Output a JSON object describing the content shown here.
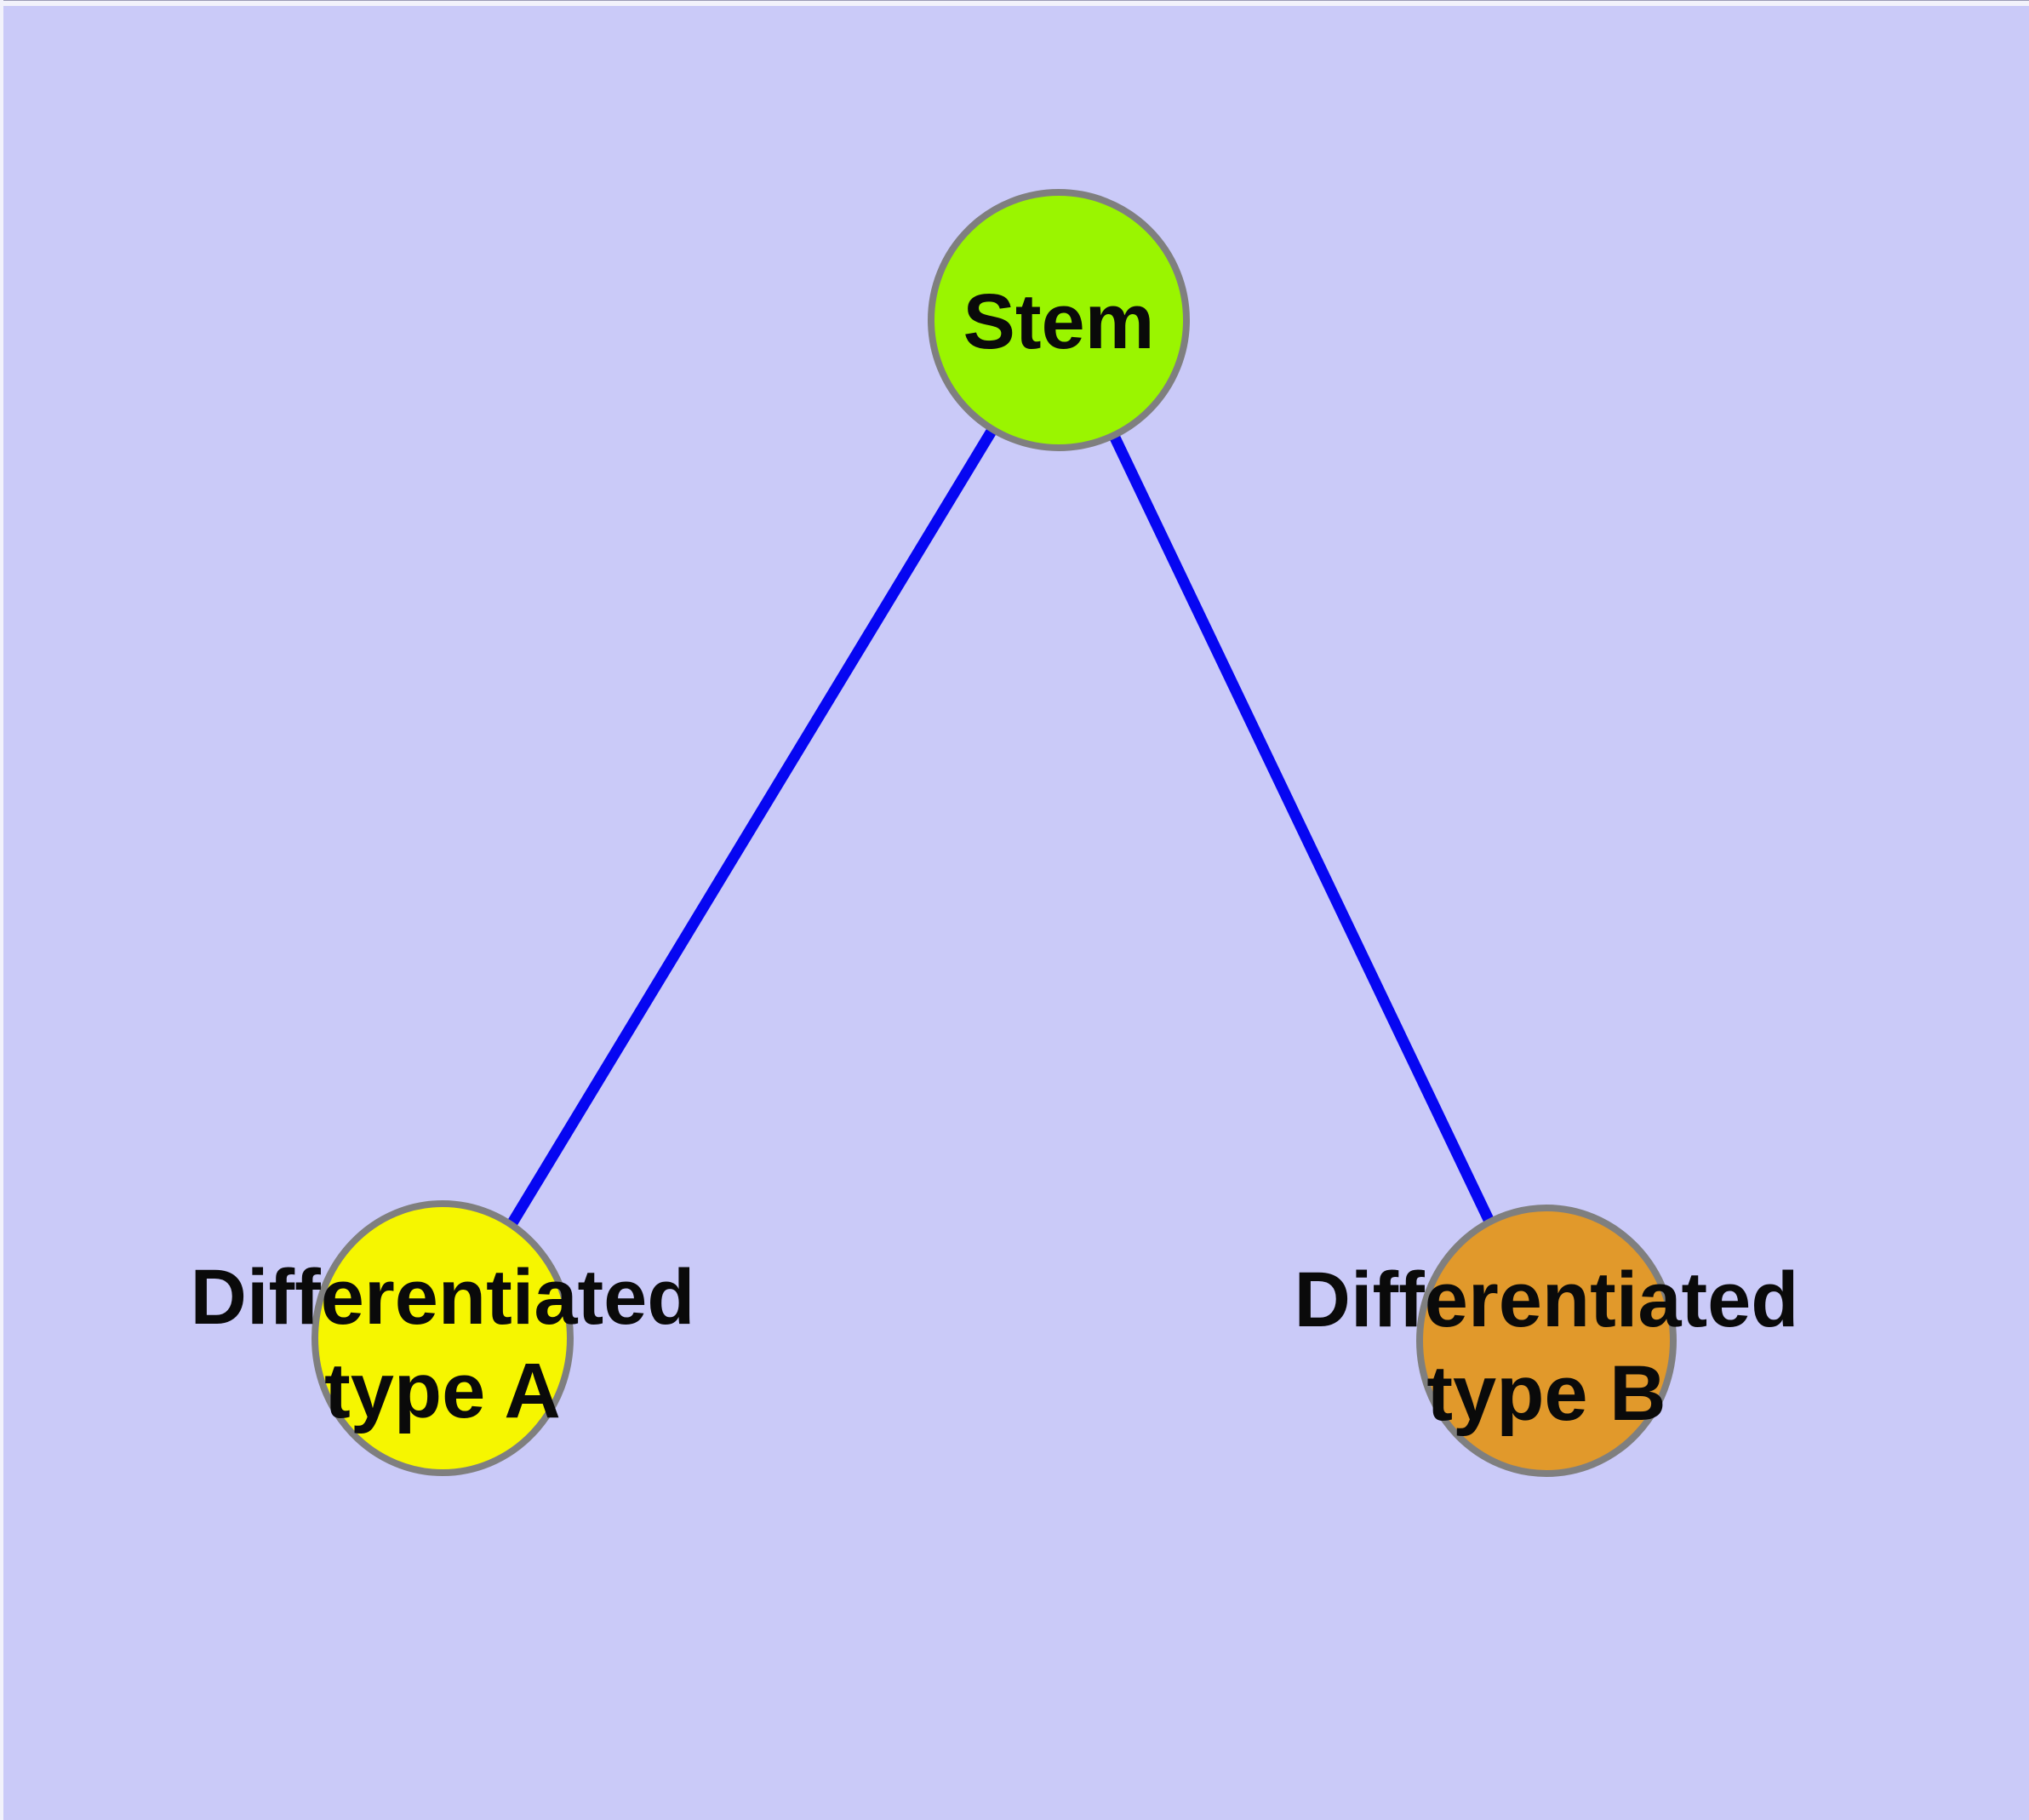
{
  "diagram": {
    "type": "graph",
    "background_color": "#CACAF8",
    "node_border_color": "#7F7F7F",
    "edge_color": "#0606F2",
    "label_color": "#0a0a0a",
    "nodes": {
      "stem": {
        "label": "Stem",
        "fill": "#9AF500"
      },
      "type_a": {
        "label": "Differentiated type A",
        "line1": "Differentiated",
        "line2": "type A",
        "fill": "#F6F600"
      },
      "type_b": {
        "label": "Differentiated type B",
        "line1": "Differentiated",
        "line2": "type B",
        "fill": "#E1992B"
      }
    },
    "edges": [
      {
        "from": "Stem",
        "to": "Differentiated type A"
      },
      {
        "from": "Stem",
        "to": "Differentiated type B"
      }
    ]
  }
}
